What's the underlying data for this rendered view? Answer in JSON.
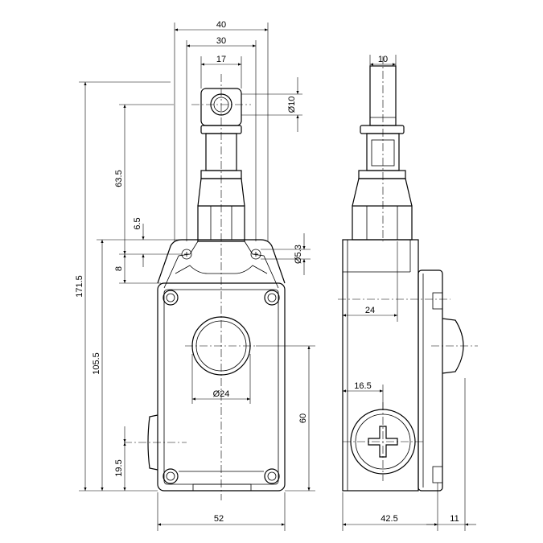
{
  "dimensions": {
    "front_width_40": "40",
    "front_width_30": "30",
    "front_width_17": "17",
    "diameter_10": "Ø10",
    "height_63_5": "63.5",
    "offset_6_5": "6.5",
    "offset_8": "8",
    "diameter_5_3": "Ø5.3",
    "height_171_5": "171.5",
    "height_105_5": "105.5",
    "diameter_24": "Ø24",
    "height_60": "60",
    "height_19_5": "19.5",
    "width_52": "52",
    "side_width_10": "10",
    "side_depth_24": "24",
    "side_depth_16_5": "16.5",
    "side_depth_42_5": "42.5",
    "side_depth_11": "11"
  }
}
